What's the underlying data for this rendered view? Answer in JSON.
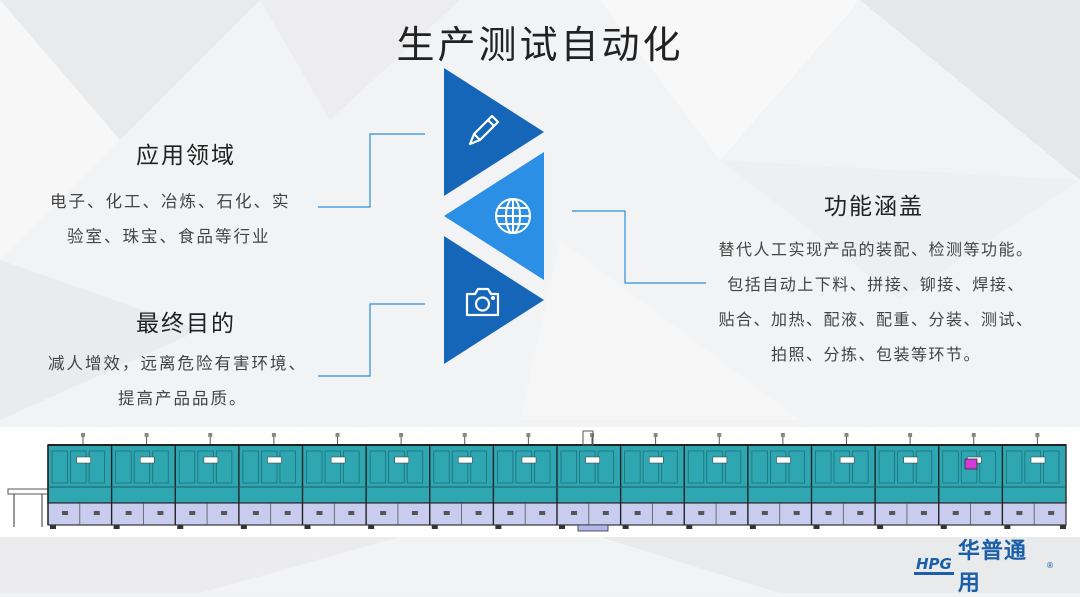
{
  "title": "生产测试自动化",
  "sections": {
    "application": {
      "heading": "应用领域",
      "lines": [
        "电子、化工、冶炼、石化、实",
        "验室、珠宝、食品等行业"
      ]
    },
    "goal": {
      "heading": "最终目的",
      "lines": [
        "减人增效，远离危险有害环境、",
        "提高产品品质。"
      ]
    },
    "coverage": {
      "heading": "功能涵盖",
      "lines": [
        "替代人工实现产品的装配、检测等功能。",
        "包括自动上下料、拼接、铆接、焊接、",
        "贴合、加热、配液、配重、分装、测试、",
        "拍照、分拣、包装等环节。"
      ]
    }
  },
  "icons": [
    "pencil-icon",
    "globe-icon",
    "camera-icon"
  ],
  "colors": {
    "triangle_dark": "#1565b8",
    "triangle_light": "#1e88e5",
    "line": "#2f8fd8",
    "brand": "#1b5fa8"
  },
  "logo": {
    "mark": "HPG",
    "name": "华普通用",
    "registered": "®"
  }
}
